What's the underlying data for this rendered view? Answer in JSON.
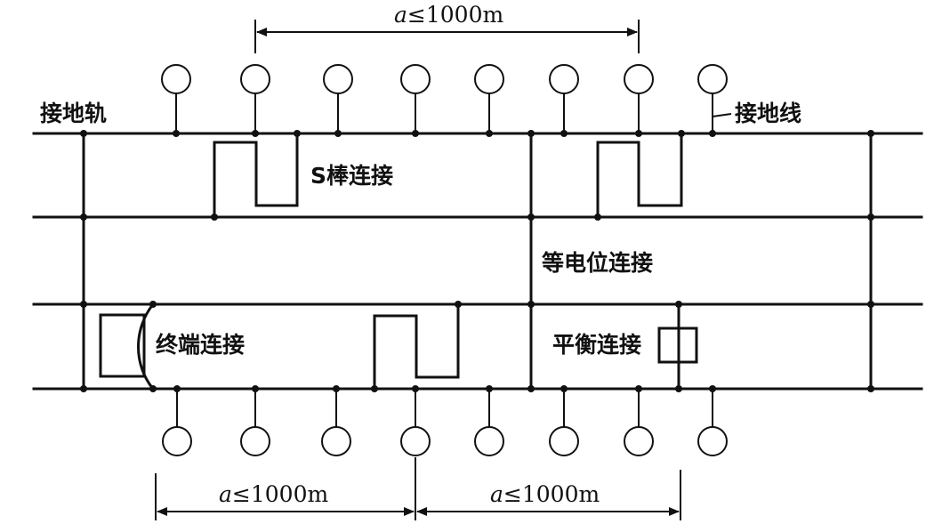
{
  "labels": {
    "grounding_rail": "接地轨",
    "grounding_wire": "接地线",
    "s_rod_connection": "S棒连接",
    "equipotential_connection": "等电位连接",
    "terminal_connection": "终端连接",
    "balance_connection": "平衡连接"
  },
  "dimensions": {
    "top": {
      "var": "a",
      "rest": "≤1000m"
    },
    "bottom_left": {
      "var": "a",
      "rest": "≤1000m"
    },
    "bottom_right": {
      "var": "a",
      "rest": "≤1000m"
    }
  }
}
